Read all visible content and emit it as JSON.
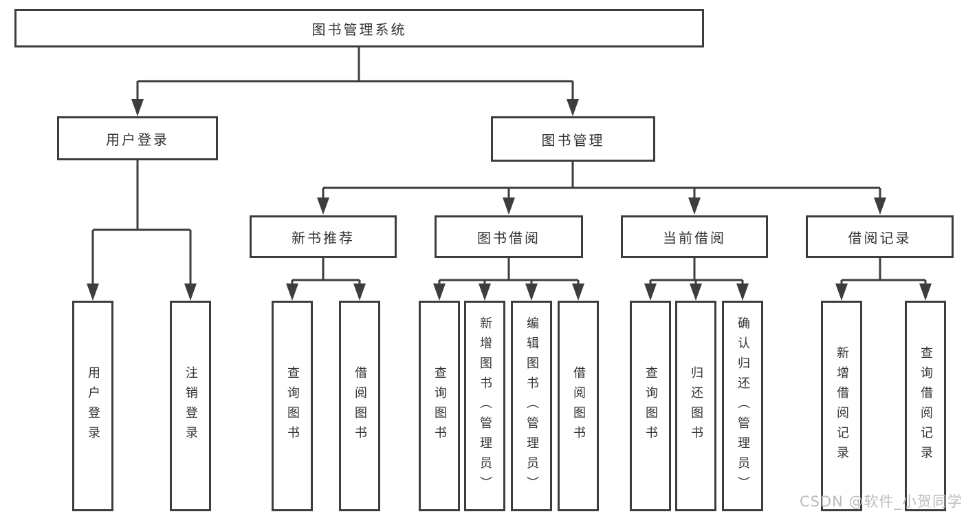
{
  "colors": {
    "line": "#3d3d3d",
    "text": "#333333",
    "background": "#ffffff",
    "watermark": "#bcbcbc"
  },
  "watermark": {
    "text": "CSDN @软件_小贺同学"
  },
  "diagram": {
    "root": {
      "label": "图书管理系统"
    },
    "branches": [
      {
        "label": "用户登录",
        "children": [
          {
            "label": "用户登录"
          },
          {
            "label": "注销登录"
          }
        ]
      },
      {
        "label": "图书管理",
        "children": [
          {
            "label": "新书推荐",
            "children": [
              {
                "label": "查询图书"
              },
              {
                "label": "借阅图书"
              }
            ]
          },
          {
            "label": "图书借阅",
            "children": [
              {
                "label": "查询图书"
              },
              {
                "label": "新增图书（管理员）"
              },
              {
                "label": "编辑图书（管理员）"
              },
              {
                "label": "借阅图书"
              }
            ]
          },
          {
            "label": "当前借阅",
            "children": [
              {
                "label": "查询图书"
              },
              {
                "label": "归还图书"
              },
              {
                "label": "确认归还（管理员）"
              }
            ]
          },
          {
            "label": "借阅记录",
            "children": [
              {
                "label": "新增借阅记录"
              },
              {
                "label": "查询借阅记录"
              }
            ]
          }
        ]
      }
    ]
  }
}
